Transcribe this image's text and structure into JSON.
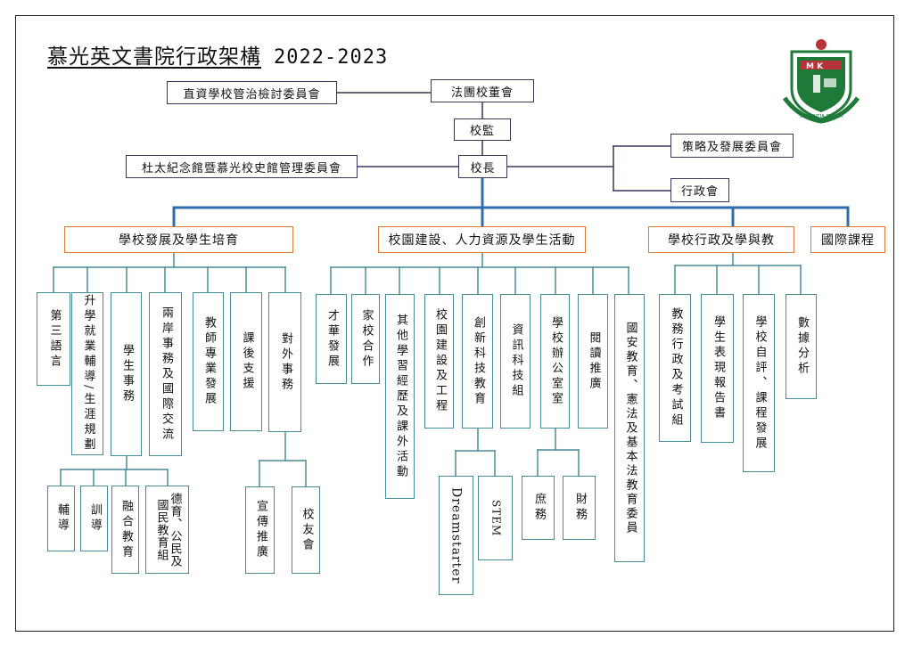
{
  "title": {
    "main": "慕光英文書院行政架構",
    "year": "2022-2023"
  },
  "logo": {
    "letters": "M K",
    "motto": "SAPIENTIA ET LUX",
    "colors": {
      "green": "#1f7a3a",
      "red": "#b8323a"
    }
  },
  "colors": {
    "top_border": "#3b3559",
    "mid_border": "#e07b39",
    "leaf_border": "#4a8a96",
    "line": "#2f6db0"
  },
  "top": {
    "board": "法團校董會",
    "review": "直資學校管治檢討委員會",
    "supervisor": "校監",
    "principal": "校長",
    "museum": "杜太紀念館暨慕光校史館管理委員會",
    "strategy": "策略及發展委員會",
    "admin": "行政會"
  },
  "divisions": [
    {
      "label": "學校發展及學生培育"
    },
    {
      "label": "校園建設、人力資源及學生活動"
    },
    {
      "label": "學校行政及學與教"
    },
    {
      "label": "國際課程"
    }
  ],
  "units": {
    "d1": [
      "第三語言",
      "升學就業輔導/生涯規劃",
      "學生事務",
      "兩岸事務及國際交流",
      "教師專業發展",
      "課後支援",
      "對外事務"
    ],
    "d1_student": [
      "輔導",
      "訓導",
      "融合教育",
      "德育、公民及國民教育組"
    ],
    "d1_external": [
      "宣傳推廣",
      "校友會"
    ],
    "d2": [
      "才華發展",
      "家校合作",
      "其他學習經歷及課外活動",
      "校園建設及工程",
      "創新科技教育",
      "資訊科技組",
      "學校辦公室室",
      "閱讀推廣",
      "國安教育、憲法及基本法教育委員"
    ],
    "d2_innovation": [
      "Dreamstarter",
      "STEM"
    ],
    "d2_office": [
      "庶務",
      "財務"
    ],
    "d3": [
      "教務行政及考試組",
      "學生表現報告書",
      "學校自評、課程發展",
      "數據分析"
    ]
  }
}
